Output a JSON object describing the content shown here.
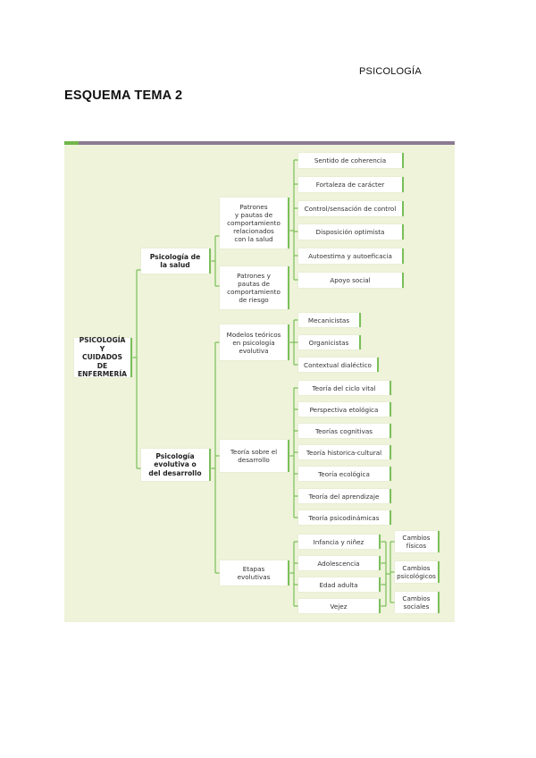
{
  "header": {
    "subject": "PSICOLOGÍA",
    "title": "ESQUEMA TEMA 2"
  },
  "diagram": {
    "root": "PSICOLOGÍA Y\nCUIDADOS DE\nENFERMERÍA",
    "salud": {
      "label": "Psicología de\nla salud",
      "patrones_salud": "Patrones\ny pautas de\ncomportamiento\nrelacionados\ncon la salud",
      "patrones_riesgo": "Patrones y\npautas de\ncomportamiento\nde riesgo",
      "factores": [
        "Sentido de coherencia",
        "Fortaleza de carácter",
        "Control/sensación de control",
        "Disposición optimista",
        "Autoestima y autoeficacia",
        "Apoyo social"
      ]
    },
    "evolutiva": {
      "label": "Psicología\nevolutiva o\ndel desarrollo",
      "modelos": {
        "label": "Modelos teóricos\nen psicología\nevolutiva",
        "items": [
          "Mecanicistas",
          "Organicistas",
          "Contextual dialéctico"
        ]
      },
      "teoria": {
        "label": "Teoría sobre el\ndesarrollo",
        "items": [
          "Teoría del ciclo vital",
          "Perspectiva etológica",
          "Teorías cognitivas",
          "Teoría historica-cultural",
          "Teoría ecológica",
          "Teoría del aprendizaje",
          "Teoría psicodinámicas"
        ]
      },
      "etapas": {
        "label": "Etapas\nevolutivas",
        "items": [
          "Infancia y niñez",
          "Adolescencia",
          "Edad adulta",
          "Vejez"
        ],
        "cambios": [
          "Cambios\nfísicos",
          "Cambios\npsicológicos",
          "Cambios\nsociales"
        ]
      }
    }
  }
}
